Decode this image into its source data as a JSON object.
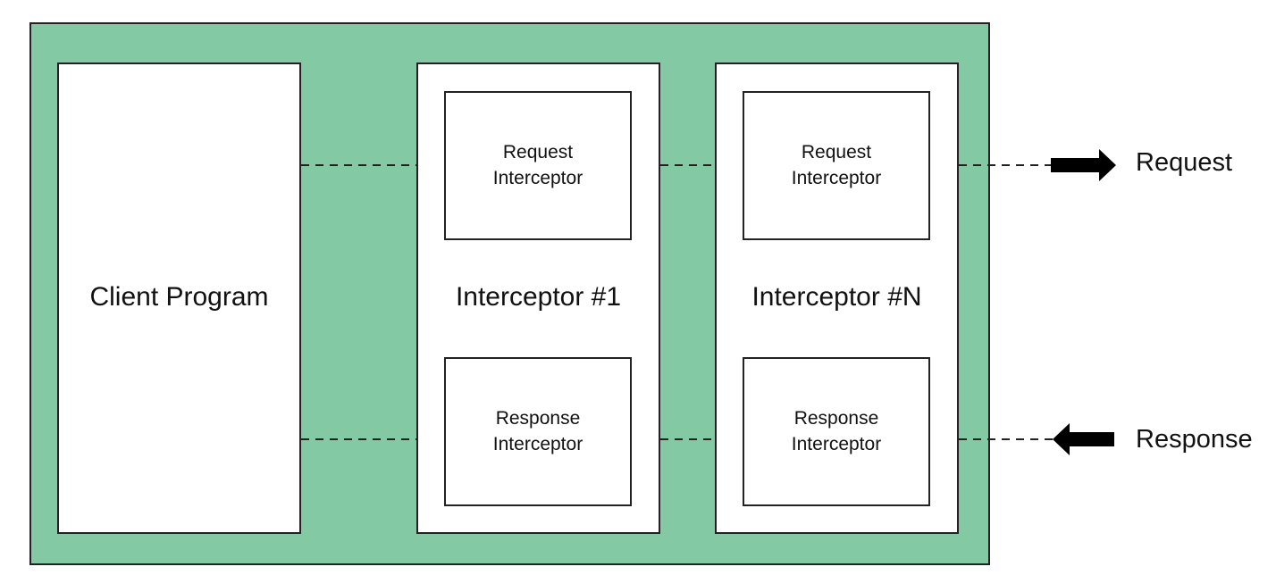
{
  "diagram": {
    "client": {
      "label": "Client Program"
    },
    "interceptors": [
      {
        "label": "Interceptor #1",
        "request_box": "Request\nInterceptor",
        "response_box": "Response\nInterceptor"
      },
      {
        "label": "Interceptor #N",
        "request_box": "Request\nInterceptor",
        "response_box": "Response\nInterceptor"
      }
    ],
    "outputs": {
      "request_label": "Request",
      "response_label": "Response"
    },
    "colors": {
      "container_fill": "#82c9a4",
      "box_fill": "#ffffff",
      "stroke": "#222222",
      "arrow": "#000000"
    }
  }
}
